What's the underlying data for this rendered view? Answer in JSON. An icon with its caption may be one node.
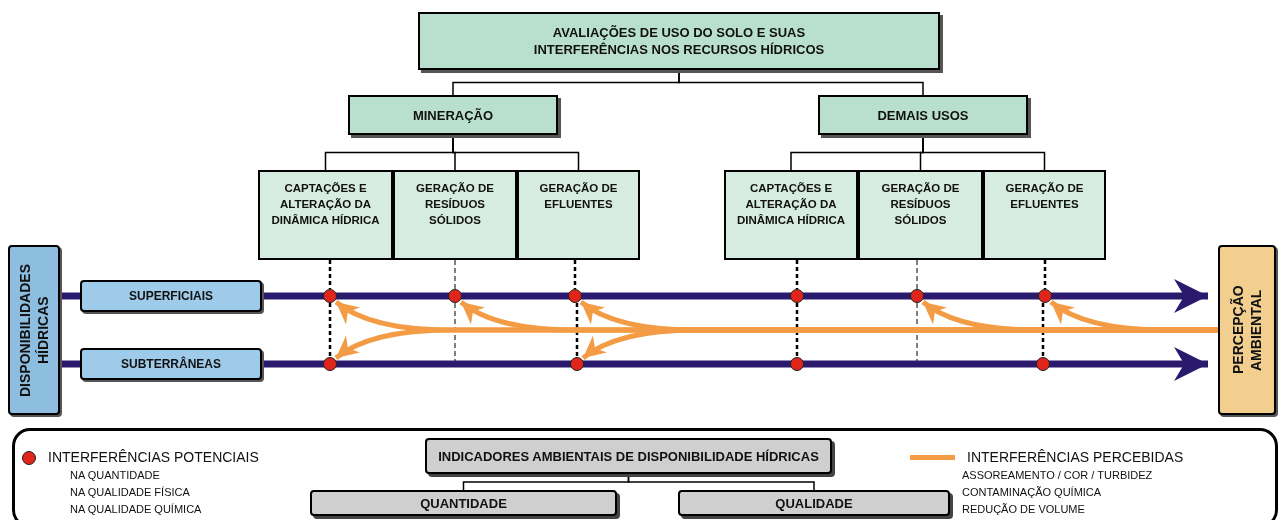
{
  "diagram": {
    "nodes": [
      {
        "text": [
          "AVALIAÇÕES DE USO DO SOLO E SUAS INTERFERÊNCIAS NOS RECURSOS HÍDRICOS"
        ]
      },
      {
        "text": [
          "MINERAÇÃO"
        ]
      },
      {
        "text": [
          "DEMAIS USOS"
        ]
      },
      {
        "text": [
          "CAPTAÇÕES E ALTERAÇÃO DA DINÂMICA HÍDRICA"
        ]
      },
      {
        "text": [
          "GERAÇÃO DE RESÍDUOS SÓLIDOS"
        ]
      },
      {
        "text": [
          "GERAÇÃO DE EFLUENTES"
        ]
      },
      {
        "text": [
          "CAPTAÇÕES E ALTERAÇÃO DA DINÂMICA HÍDRICA"
        ]
      },
      {
        "text": [
          "GERAÇÃO DE RESÍDUOS SÓLIDOS"
        ]
      },
      {
        "text": [
          "GERAÇÃO DE EFLUENTES"
        ]
      },
      {
        "text": [
          "DISPONIBILIDADES HÍDRICAS"
        ]
      },
      {
        "text": [
          "SUPERFICIAIS"
        ]
      },
      {
        "text": [
          "SUBTERRÂNEAS"
        ]
      },
      {
        "text": [
          "PERCEPÇÃO AMBIENTAL"
        ]
      },
      {
        "text": [],
        "shape": "circle"
      },
      {
        "text": [],
        "shape": "circle"
      },
      {
        "text": [],
        "shape": "circle"
      },
      {
        "text": [],
        "shape": "circle"
      },
      {
        "text": [],
        "shape": "circle"
      },
      {
        "text": [],
        "shape": "circle"
      },
      {
        "text": [],
        "shape": "circle"
      },
      {
        "text": [],
        "shape": "circle"
      },
      {
        "text": [],
        "shape": "circle"
      },
      {
        "text": [],
        "shape": "circle"
      },
      {
        "text": [
          "INDICADORES AMBIENTAIS DE DISPONIBILIDADE HÍDRICAS"
        ]
      },
      {
        "text": [
          "QUANTIDADE"
        ]
      },
      {
        "text": [
          "QUALIDADE"
        ]
      }
    ],
    "edges": [
      {
        "from": 0,
        "to": 1,
        "arrow": "none"
      },
      {
        "from": 0,
        "to": 2,
        "arrow": "none"
      },
      {
        "from": 1,
        "to": 3,
        "arrow": "none"
      },
      {
        "from": 1,
        "to": 4,
        "arrow": "none"
      },
      {
        "from": 1,
        "to": 5,
        "arrow": "none"
      },
      {
        "from": 2,
        "to": 6,
        "arrow": "none"
      },
      {
        "from": 2,
        "to": 7,
        "arrow": "none"
      },
      {
        "from": 2,
        "to": 8,
        "arrow": "none"
      },
      {
        "from": 3,
        "to": 13,
        "arrow": "none",
        "style": "dashed"
      },
      {
        "from": 13,
        "to": 19,
        "arrow": "none",
        "style": "dashed"
      },
      {
        "from": 4,
        "to": 14,
        "arrow": "none",
        "style": "dashed"
      },
      {
        "from": 14,
        "to": null,
        "arrow": "none",
        "style": "dashed"
      },
      {
        "from": 5,
        "to": 15,
        "arrow": "none",
        "style": "dashed"
      },
      {
        "from": 15,
        "to": 20,
        "arrow": "none",
        "style": "dashed"
      },
      {
        "from": 6,
        "to": 16,
        "arrow": "none",
        "style": "dashed"
      },
      {
        "from": 16,
        "to": 21,
        "arrow": "none",
        "style": "dashed"
      },
      {
        "from": 7,
        "to": 17,
        "arrow": "none",
        "style": "dashed"
      },
      {
        "from": 17,
        "to": null,
        "arrow": "none",
        "style": "dashed"
      },
      {
        "from": 8,
        "to": 18,
        "arrow": "none",
        "style": "dashed"
      },
      {
        "from": 18,
        "to": 22,
        "arrow": "none",
        "style": "dashed"
      },
      {
        "from": 9,
        "to": 10,
        "arrow": "none",
        "style": "thick",
        "color": "#2a1a6e"
      },
      {
        "from": 9,
        "to": 11,
        "arrow": "none",
        "style": "thick",
        "color": "#2a1a6e"
      },
      {
        "from": 10,
        "to": 12,
        "arrow": "to",
        "style": "thick",
        "color": "#2a1a6e"
      },
      {
        "from": 11,
        "to": 12,
        "arrow": "to",
        "style": "thick",
        "color": "#2a1a6e"
      },
      {
        "from": 12,
        "to": 13,
        "arrow": "to",
        "style": "thick",
        "color": "#f39c45"
      },
      {
        "from": 12,
        "to": 14,
        "arrow": "to",
        "style": "thick",
        "color": "#f39c45"
      },
      {
        "from": 12,
        "to": 15,
        "arrow": "to",
        "style": "thick",
        "color": "#f39c45"
      },
      {
        "from": 12,
        "to": 17,
        "arrow": "to",
        "style": "thick",
        "color": "#f39c45"
      },
      {
        "from": 12,
        "to": 18,
        "arrow": "to",
        "style": "thick",
        "color": "#f39c45"
      },
      {
        "from": 12,
        "to": 19,
        "arrow": "to",
        "style": "thick",
        "color": "#f39c45"
      },
      {
        "from": 12,
        "to": 20,
        "arrow": "to",
        "style": "thick",
        "color": "#f39c45"
      },
      {
        "from": 23,
        "to": 24,
        "arrow": "none"
      },
      {
        "from": 23,
        "to": 25,
        "arrow": "none"
      }
    ],
    "labels": [
      "NA QUANTIDADE",
      "NA QUALIDADE FÍSICA",
      "NA QUALIDADE QUÍMICA",
      "ASSOREAMENTO / COR / TURBIDEZ",
      "CONTAMINAÇÃO QUÍMICA",
      "REDUÇÃO DE VOLUME"
    ],
    "legend": [
      {
        "text": "INTERFERÊNCIAS POTENCIAIS"
      },
      {
        "text": "INTERFERÊNCIAS PERCEBIDAS"
      }
    ]
  }
}
